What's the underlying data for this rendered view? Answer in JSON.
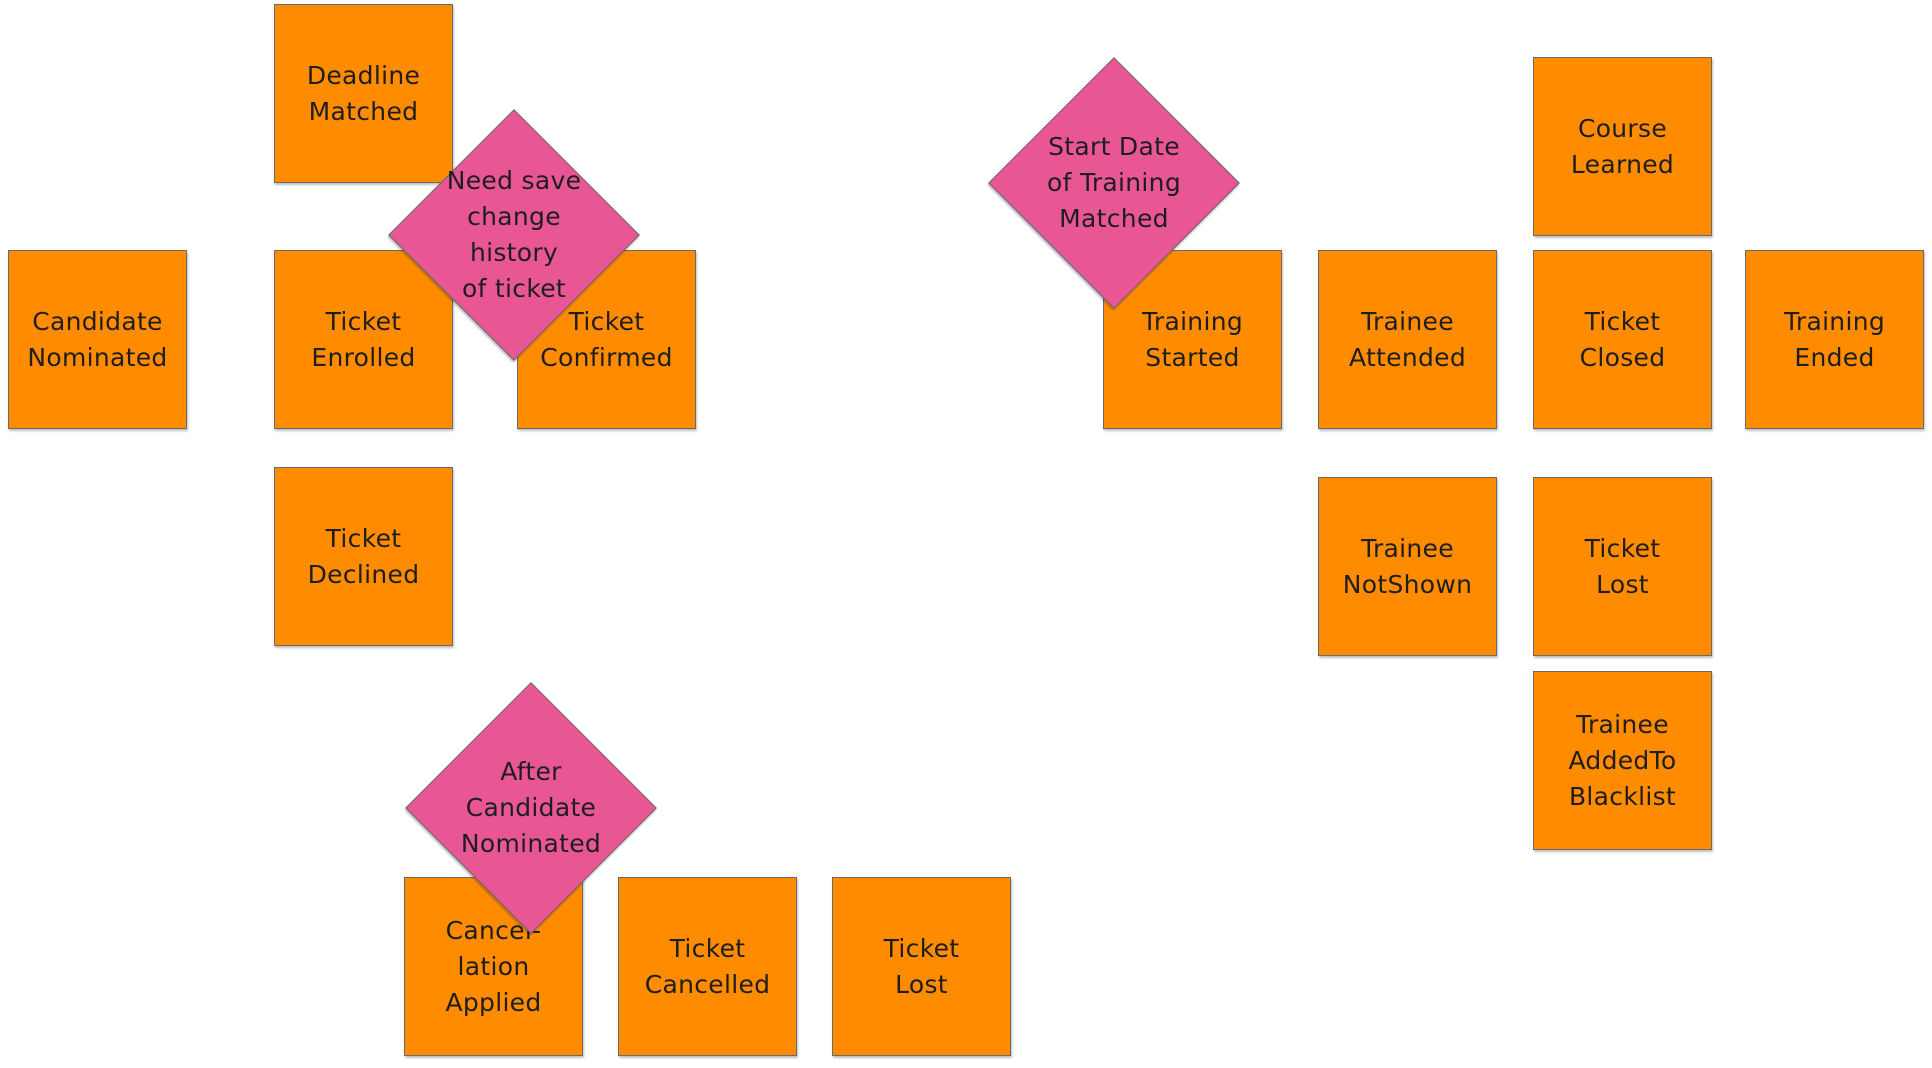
{
  "colors": {
    "event_note": "#ff8c00",
    "hotspot_note": "#e85694",
    "text": "#1e1e1e",
    "background": "#ffffff"
  },
  "event_notes": {
    "deadline_matched": "Deadline\nMatched",
    "candidate_nominated": "Candidate\nNominated",
    "ticket_enrolled": "Ticket\nEnrolled",
    "ticket_confirmed": "Ticket\nConfirmed",
    "ticket_declined": "Ticket\nDeclined",
    "cancellation_applied": "Cancel-\nlation\nApplied",
    "ticket_cancelled": "Ticket\nCancelled",
    "ticket_lost_left": "Ticket\nLost",
    "training_started": "Training\nStarted",
    "trainee_attended": "Trainee\nAttended",
    "course_learned": "Course\nLearned",
    "ticket_closed": "Ticket\nClosed",
    "training_ended": "Training\nEnded",
    "trainee_notshown": "Trainee\nNotShown",
    "ticket_lost_right": "Ticket\nLost",
    "trainee_added_to_blacklist": "Trainee\nAddedTo\nBlacklist"
  },
  "hotspot_notes": {
    "need_save_change_history": "Need save\nchange history\nof ticket",
    "start_date_matched": "Start Date\nof Training\nMatched",
    "after_candidate_nominated": "After\nCandidate\nNominated"
  }
}
